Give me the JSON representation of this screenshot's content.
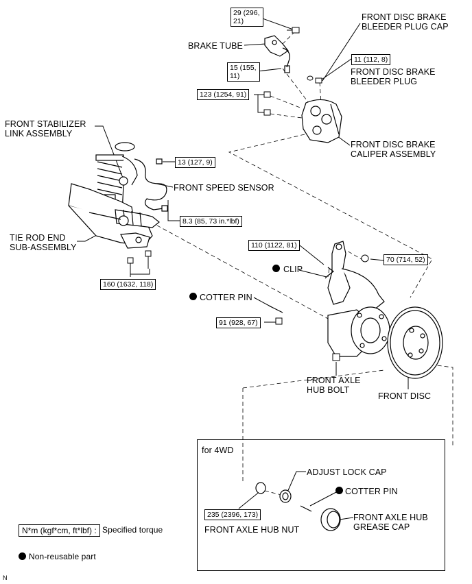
{
  "labels": {
    "front_disc_brake_bleeder_plug_cap": [
      "FRONT DISC BRAKE",
      "BLEEDER PLUG CAP"
    ],
    "brake_tube": "BRAKE TUBE",
    "front_disc_brake_bleeder_plug": [
      "FRONT DISC BRAKE",
      "BLEEDER PLUG"
    ],
    "front_disc_brake_caliper_assembly": [
      "FRONT DISC BRAKE",
      "CALIPER ASSEMBLY"
    ],
    "front_stabilizer_link_assembly": [
      "FRONT STABILIZER",
      "LINK ASSEMBLY"
    ],
    "front_speed_sensor": "FRONT SPEED SENSOR",
    "tie_rod_end_sub_assembly": [
      "TIE ROD END",
      "SUB-ASSEMBLY"
    ],
    "clip": "CLIP",
    "cotter_pin": "COTTER PIN",
    "front_axle_hub_bolt": [
      "FRONT AXLE",
      "HUB BOLT"
    ],
    "front_disc": "FRONT DISC",
    "for_4wd": "for 4WD",
    "adjust_lock_cap": "ADJUST LOCK CAP",
    "cotter_pin_4wd": "COTTER PIN",
    "front_axle_hub_grease_cap": [
      "FRONT AXLE HUB",
      "GREASE CAP"
    ],
    "front_axle_hub_nut": "FRONT AXLE HUB NUT"
  },
  "torques": {
    "t29": "29 (296, 21)",
    "t11": "11 (112, 8)",
    "t15": "15 (155, 11)",
    "t123": "123 (1254, 91)",
    "t13": "13 (127, 9)",
    "t8_3": "8.3 (85, 73 in.*lbf)",
    "t110": "110 (1122, 81)",
    "t70": "70 (714, 52)",
    "t160": "160 (1632, 118)",
    "t91": "91 (928, 67)",
    "t235": "235 (2396, 173)"
  },
  "legend": {
    "torque_unit": "N*m (kgf*cm, ft*lbf) :",
    "torque_desc": "Specified torque",
    "non_reusable": "Non-reusable part"
  },
  "corner_mark": "N"
}
